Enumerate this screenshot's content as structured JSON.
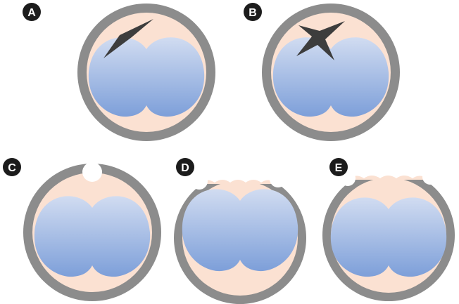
{
  "panels": [
    {
      "label": "A"
    },
    {
      "label": "B"
    },
    {
      "label": "C"
    },
    {
      "label": "D"
    },
    {
      "label": "E"
    }
  ],
  "colors": {
    "ring": "#8c8c8c",
    "inner": "#fbe1d2",
    "cell_top": "#cfdaf0",
    "cell_bottom": "#7a9fd8",
    "defect": "#3a3a3a",
    "badge": "#1c1c1c"
  }
}
